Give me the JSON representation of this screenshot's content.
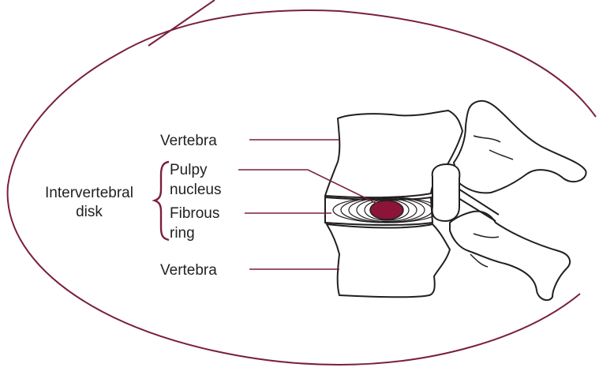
{
  "labels": {
    "vertebra_top": "Vertebra",
    "pulpy_line1": "Pulpy",
    "pulpy_line2": "nucleus",
    "intervertebral_line1": "Intervertebral",
    "intervertebral_line2": "disk",
    "fibrous_line1": "Fibrous",
    "fibrous_line2": "ring",
    "vertebra_bottom": "Vertebra"
  },
  "colors": {
    "outline": "#7a1f3d",
    "nucleus": "#8b1438",
    "bone_stroke": "#231f20",
    "bone_fill": "#ffffff",
    "text": "#231f20"
  }
}
